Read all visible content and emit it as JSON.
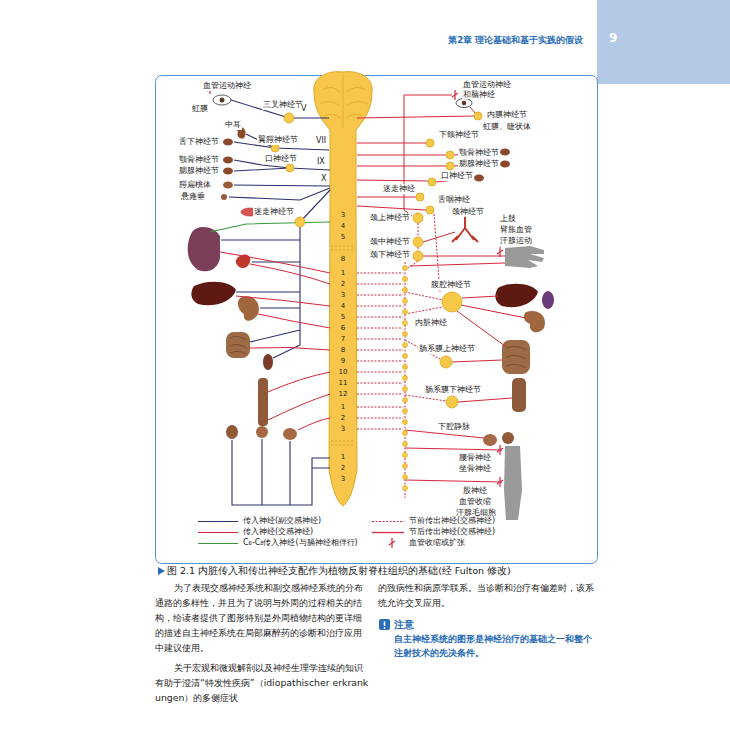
{
  "diagram": {
    "title": "第2章 理论基础和基于实践的假设",
    "caption": "图 2.1 内脏传入和传出神经支配作为植物反射脊柱组织的基础(经 Fulton 修改)",
    "nodes": [
      {
        "text": [
          "注意",
          "自主神经系统的图形是神经治疗的基础之一和整个注射技术的先决条件。"
        ]
      }
    ],
    "labels": [
      "9",
      "血管运动神经",
      "虹膜",
      "三叉神经节",
      "V",
      "中耳",
      "翼腭神经节",
      "舌下神经节",
      "VII",
      "口神经节",
      "颚骨神经节",
      "腮腺神经节",
      "IX",
      "腭扁桃体",
      "X",
      "悬雍垂",
      "迷走神经节",
      "3",
      "4",
      "5",
      "8",
      "1",
      "2",
      "3",
      "4",
      "5",
      "6",
      "7",
      "8",
      "9",
      "10",
      "11",
      "12",
      "1",
      "2",
      "3",
      "1",
      "2",
      "3",
      "血管运动神经和脑神经",
      "内膜神经节",
      "虹膜、睫状体",
      "下颌神经节",
      "颚骨神经节",
      "腮腺神经节",
      "口神经节",
      "迷走神经",
      "舌咽神经",
      "颈神经节",
      "颈上神经节",
      "颈中神经节",
      "颈下神经节",
      "上肢",
      "臂胀血管",
      "汗腺运动",
      "腹腔神经节",
      "内脏神经",
      "肠系膜上神经节",
      "肠系膜下神经节",
      "下腔静脉",
      "腰骨神经",
      "坐骨神经",
      "股神经",
      "血管收缩",
      "汗腺毛细胞",
      "为了表现交感神经系统和副交感神经系统的分布通路的多样性，并且为了说明与外周的过程相关的结构，给读者提供了图形特别是外周植物结构的更详细的描述自主神经系统在局部麻醉药的诊断和治疗应用中建议使用。",
      "关于宏观和微观解剖以及神经生理学连续的知识有助于澄清“特发性疾病”（idiopathischer erkrankungen）的多侧症状",
      "的致病性和病原学联系。当诊断和治疗有偏差时，该系统允许交叉应用。"
    ],
    "legend": [
      {
        "text": "传入神经(副交感神经)"
      },
      {
        "text": "传入神经(交感神经)"
      },
      {
        "text": "C₆-C₈传入神经(与膈神经相伴行)"
      },
      {
        "text": "节前传出神经(交感神经)"
      },
      {
        "text": "节后传出神经(交感神经)"
      },
      {
        "text": "血管收缩或扩张"
      }
    ]
  }
}
